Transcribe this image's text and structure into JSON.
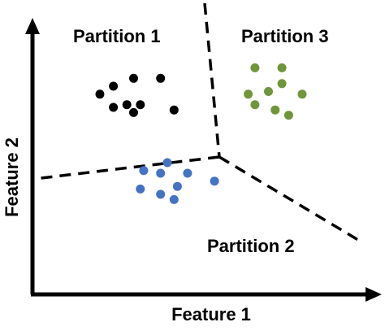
{
  "axes": {
    "x_label": "Feature 1",
    "y_label": "Feature 2"
  },
  "partitions": [
    {
      "label": "Partition 1",
      "color": "#000000"
    },
    {
      "label": "Partition 2",
      "color": "#4472c4"
    },
    {
      "label": "Partition 3",
      "color": "#70963a"
    }
  ],
  "points": {
    "partition_1": [
      [
        2.0,
        7.6
      ],
      [
        2.4,
        7.9
      ],
      [
        3.0,
        8.2
      ],
      [
        3.8,
        8.2
      ],
      [
        2.4,
        7.1
      ],
      [
        2.8,
        7.2
      ],
      [
        3.2,
        7.2
      ],
      [
        3.0,
        6.9
      ],
      [
        4.2,
        7.0
      ]
    ],
    "partition_2": [
      [
        3.3,
        4.7
      ],
      [
        4.0,
        5.0
      ],
      [
        3.8,
        4.6
      ],
      [
        4.6,
        4.6
      ],
      [
        5.4,
        4.3
      ],
      [
        3.2,
        4.0
      ],
      [
        4.3,
        4.1
      ],
      [
        3.8,
        3.8
      ],
      [
        4.2,
        3.6
      ]
    ],
    "partition_3": [
      [
        6.6,
        8.6
      ],
      [
        7.4,
        8.6
      ],
      [
        7.4,
        8.0
      ],
      [
        6.4,
        7.6
      ],
      [
        7.0,
        7.7
      ],
      [
        8.0,
        7.6
      ],
      [
        6.6,
        7.2
      ],
      [
        7.2,
        7.0
      ],
      [
        7.6,
        6.8
      ]
    ]
  }
}
